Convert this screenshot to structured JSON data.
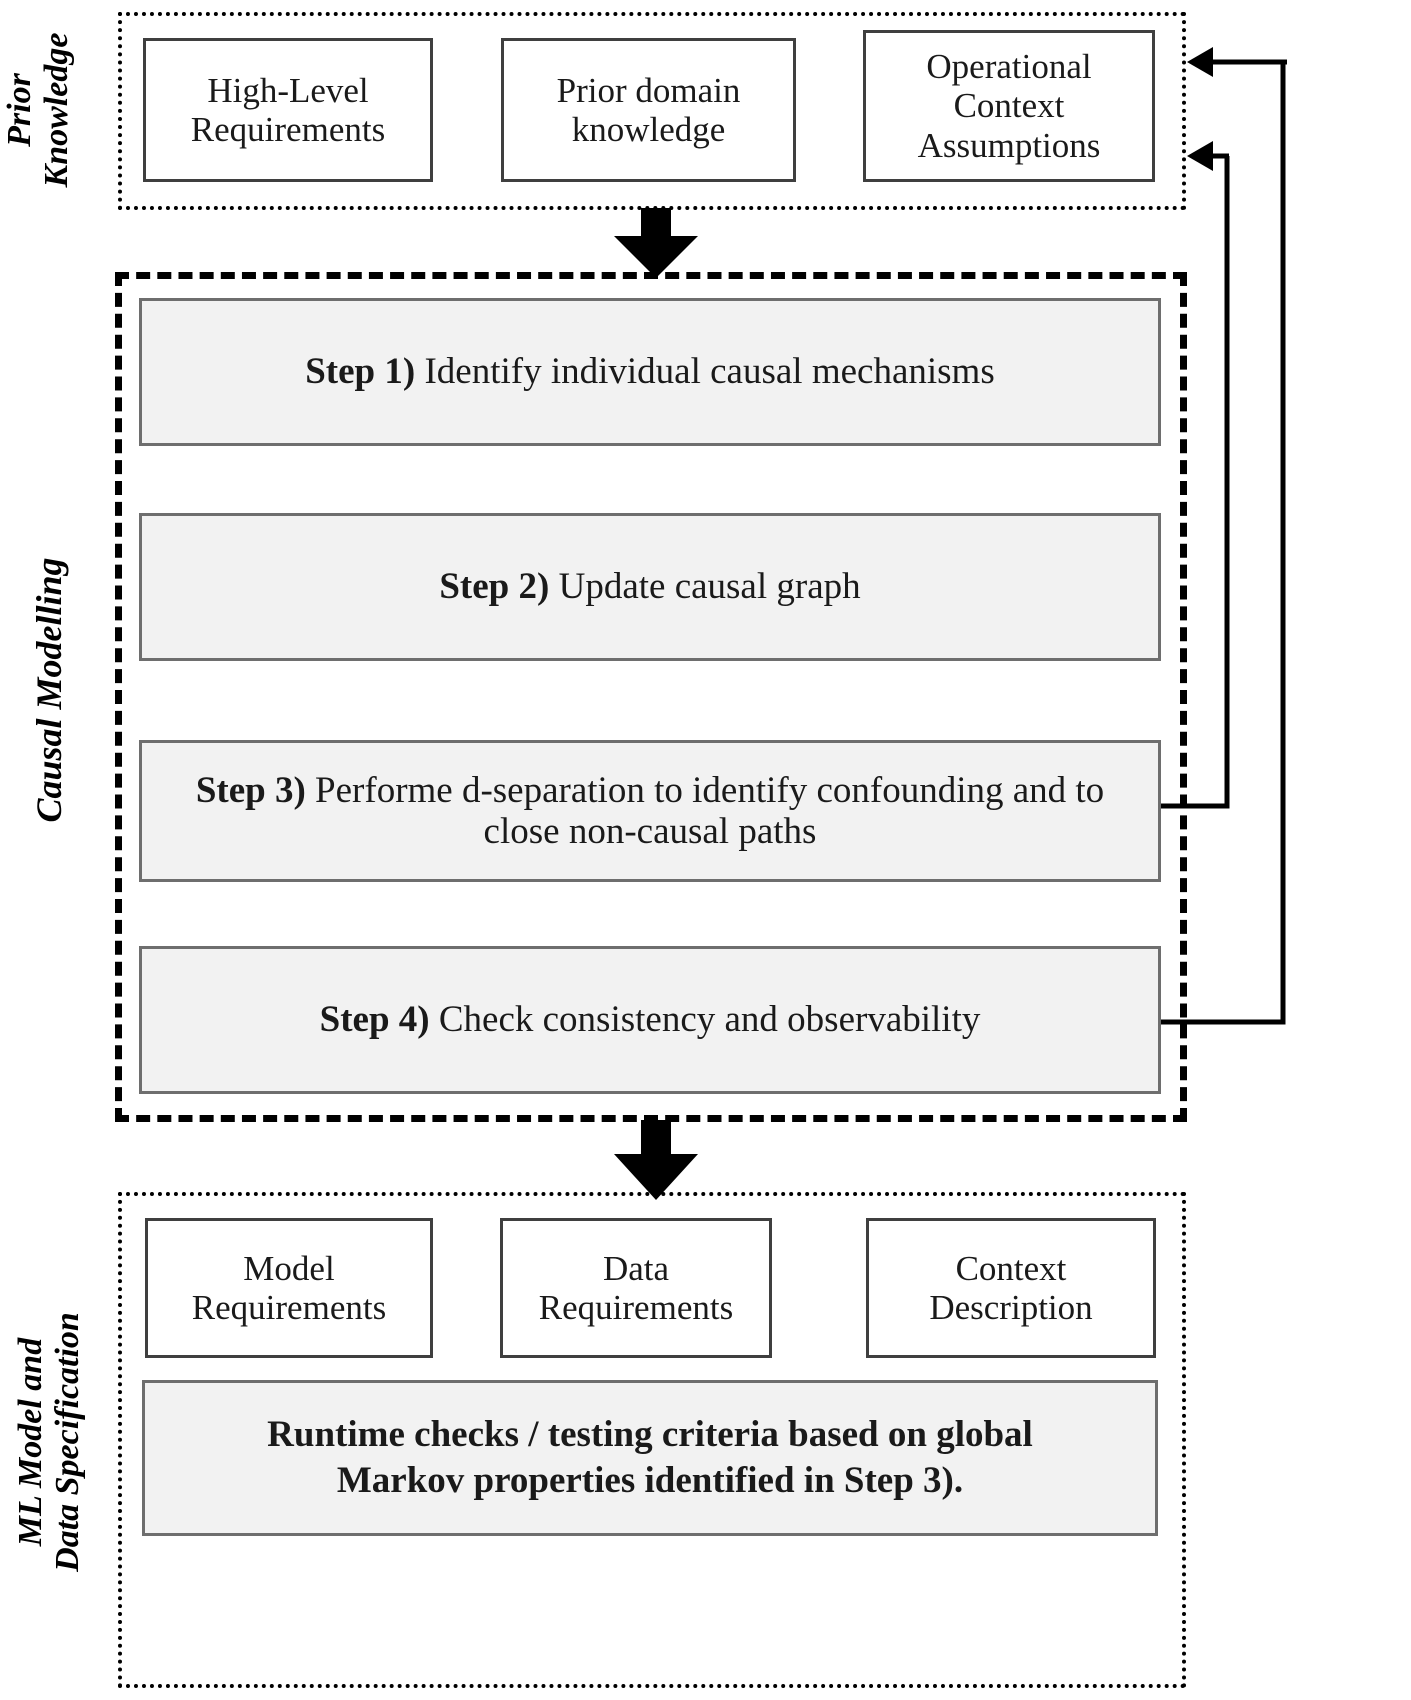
{
  "diagram": {
    "title_text_present": false,
    "sections": [
      {
        "id": "prior-knowledge",
        "side_label": "Prior\nKnowledge",
        "border_style": "dotted",
        "nodes": [
          {
            "id": "high-level-requirements",
            "label": "High-Level\nRequirements",
            "style": "plain"
          },
          {
            "id": "prior-domain-knowledge",
            "label": "Prior domain\nknowledge",
            "style": "plain"
          },
          {
            "id": "operational-context-assumptions",
            "label": "Operational\nContext\nAssumptions",
            "style": "plain"
          }
        ]
      },
      {
        "id": "causal-modelling",
        "side_label": "Causal Modelling",
        "border_style": "dashed",
        "nodes": [
          {
            "id": "step-1",
            "step": "Step 1)",
            "label": " Identify individual causal mechanisms",
            "style": "grey"
          },
          {
            "id": "step-2",
            "step": "Step 2)",
            "label": " Update causal graph",
            "style": "grey"
          },
          {
            "id": "step-3",
            "step": "Step 3)",
            "label": " Performe d-separation to identify confounding and to close non-causal paths",
            "style": "grey"
          },
          {
            "id": "step-4",
            "step": "Step 4)",
            "label": " Check consistency and observability",
            "style": "grey"
          }
        ]
      },
      {
        "id": "ml-model-and-data-specification",
        "side_label": "ML Model and\nData Specification",
        "border_style": "dotted",
        "nodes": [
          {
            "id": "model-requirements",
            "label": "Model\nRequirements",
            "style": "plain"
          },
          {
            "id": "data-requirements",
            "label": "Data\nRequirements",
            "style": "plain"
          },
          {
            "id": "context-description",
            "label": "Context\nDescription",
            "style": "plain"
          },
          {
            "id": "runtime-checks",
            "label": "Runtime checks / testing criteria based on global\nMarkov properties identified in Step 3).",
            "style": "grey-bold"
          }
        ]
      }
    ],
    "flow_arrows": [
      {
        "id": "arrow-prior-to-causal",
        "from": "prior-knowledge",
        "to": "causal-modelling",
        "direction": "down"
      },
      {
        "id": "arrow-causal-to-ml",
        "from": "causal-modelling",
        "to": "ml-model-and-data-specification",
        "direction": "down"
      }
    ],
    "feedback_arrows": [
      {
        "id": "feedback-step4-to-operational-context",
        "from": "step-4",
        "to": "operational-context-assumptions",
        "target_port": "right-upper"
      },
      {
        "id": "feedback-step3-to-operational-context",
        "from": "step-3",
        "to": "operational-context-assumptions",
        "target_port": "right-lower"
      }
    ],
    "colors": {
      "background": "#ffffff",
      "grey_fill": "#f2f2f2",
      "grey_border": "#6e6e6e",
      "plain_border": "#3f3f3f",
      "text": "#1a1a1a",
      "line": "#000000"
    }
  }
}
